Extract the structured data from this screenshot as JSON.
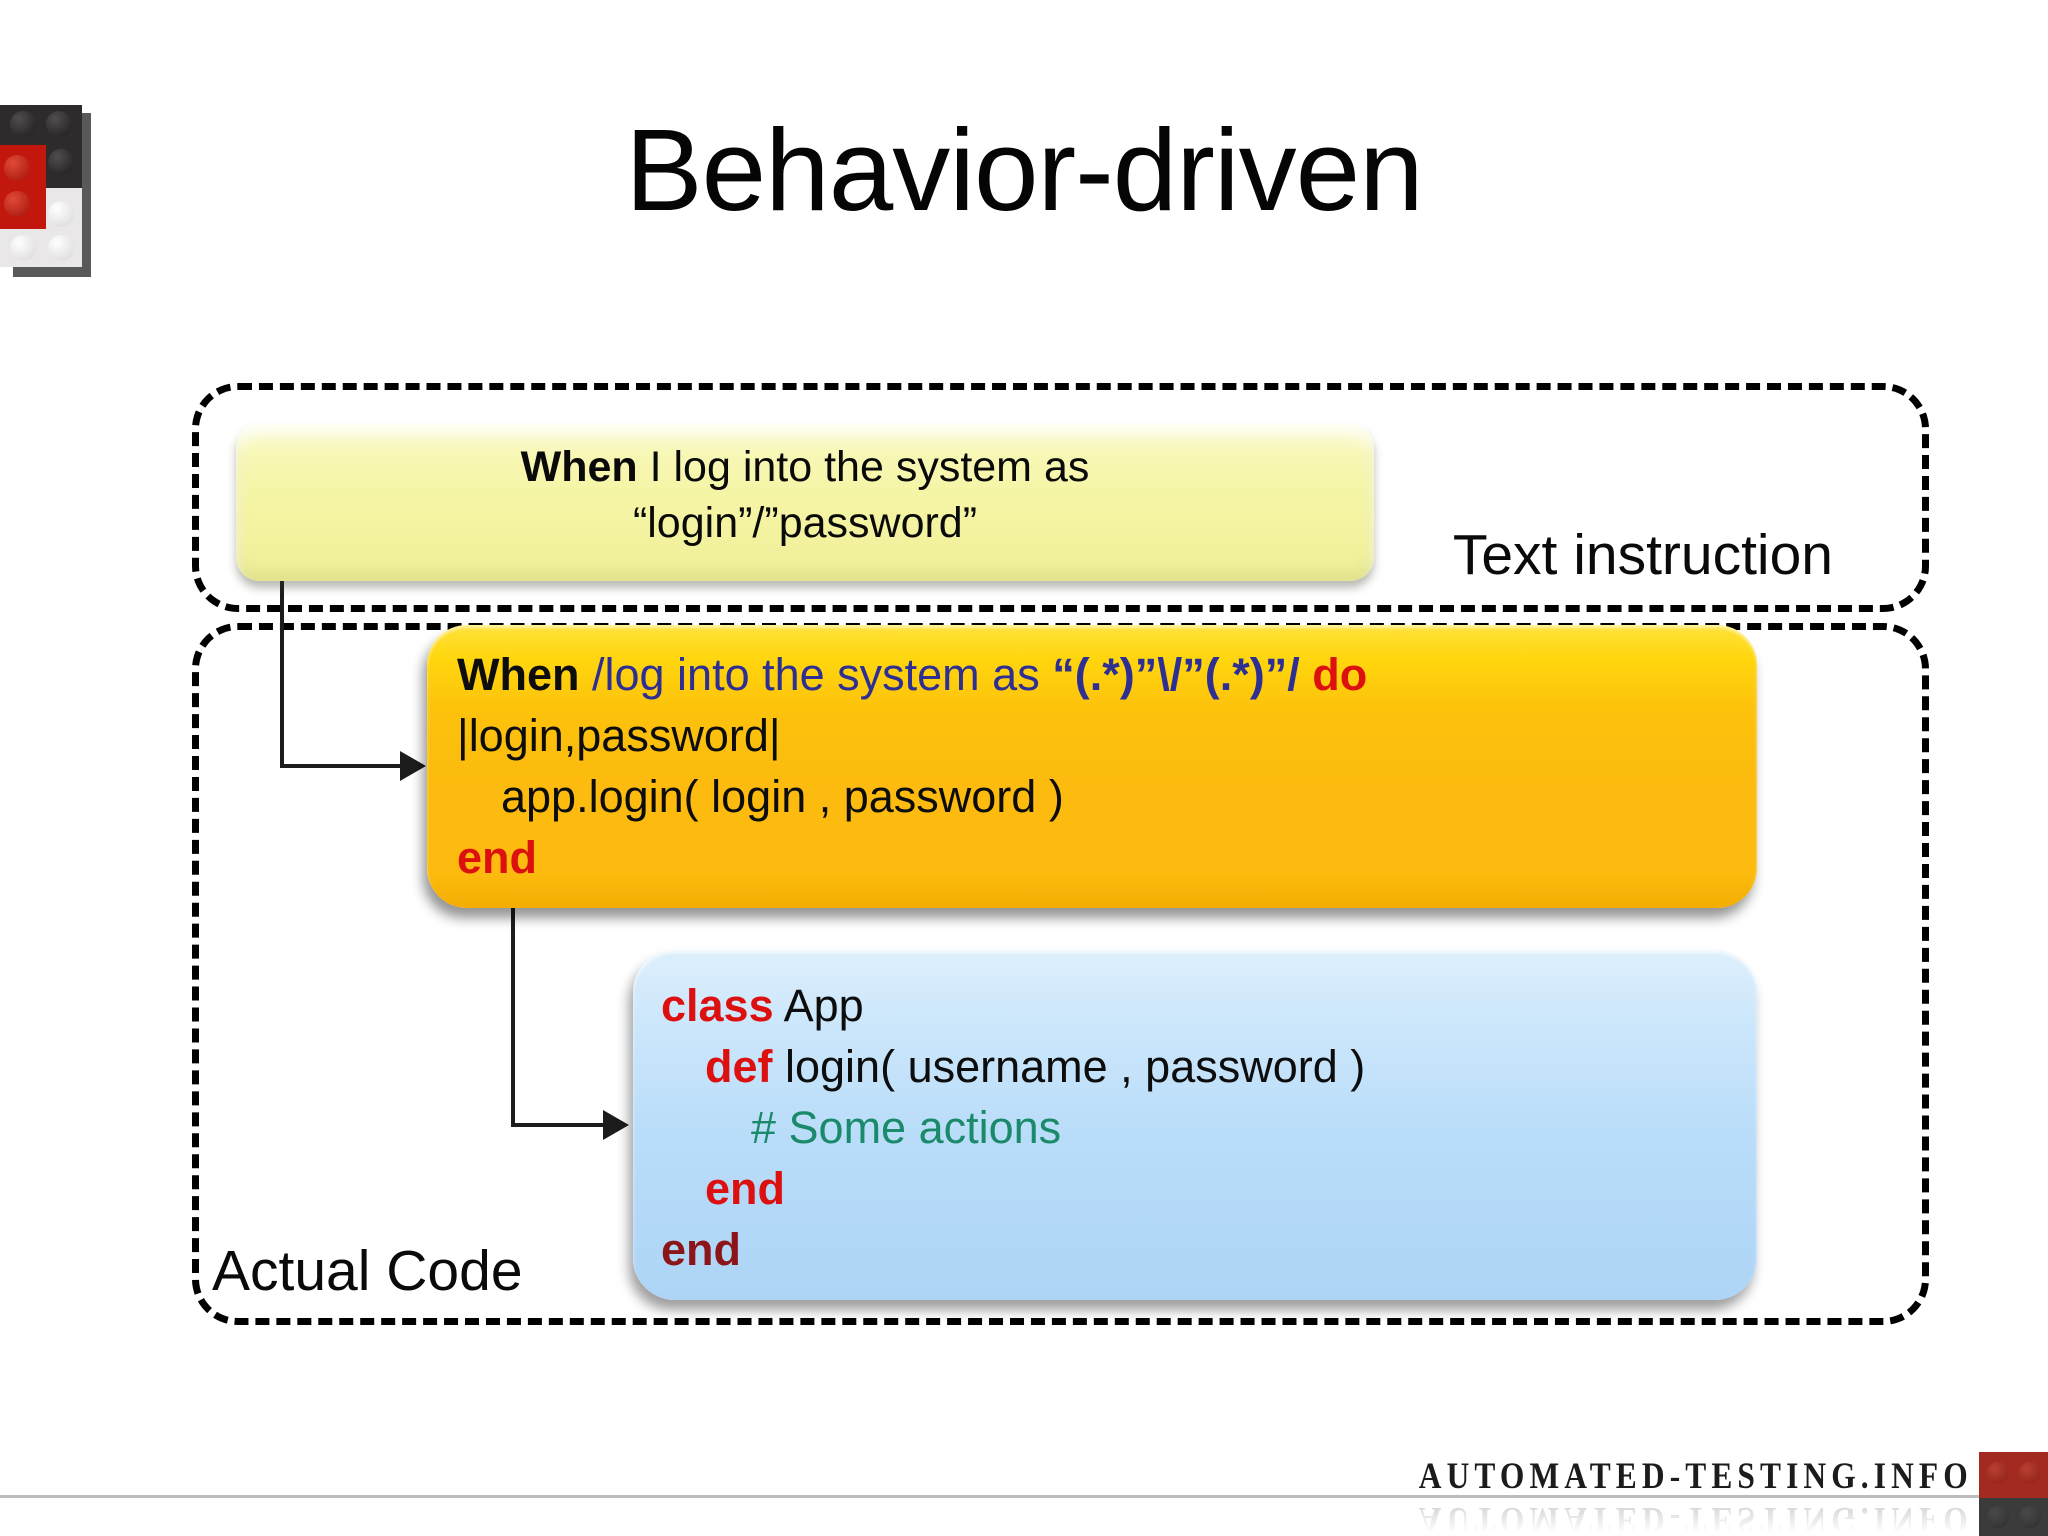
{
  "title": "Behavior-driven",
  "regions": {
    "text_instruction_label": "Text instruction",
    "actual_code_label": "Actual Code"
  },
  "gherkin": {
    "kw": "When",
    "line1_rest": " I log into the system as",
    "line2": "“login”/”password”"
  },
  "step_def": {
    "kw_when": "When",
    "regex_head": " /log into the system as ",
    "regex_captures": "“(.*)”\\/”(.*)”/",
    "kw_do": " do",
    "params": "|login,password|",
    "body": "app.login( login , password )",
    "kw_end": "end"
  },
  "app_class": {
    "kw_class": "class",
    "class_rest": " App",
    "kw_def": "def",
    "def_rest": " login( username , password )",
    "comment": "# Some actions",
    "kw_end_inner": "end",
    "kw_end_outer": "end"
  },
  "footer": {
    "watermark": "AUTOMATED-TESTING.INFO"
  },
  "colors": {
    "navy": "#2d2f92",
    "red": "#dd1010",
    "dark_red": "#8b1518",
    "green": "#1b8a6b",
    "yellow_box": "#f5f5a6",
    "orange_box": "#fcbb0e",
    "blue_box": "#b5daf8"
  }
}
